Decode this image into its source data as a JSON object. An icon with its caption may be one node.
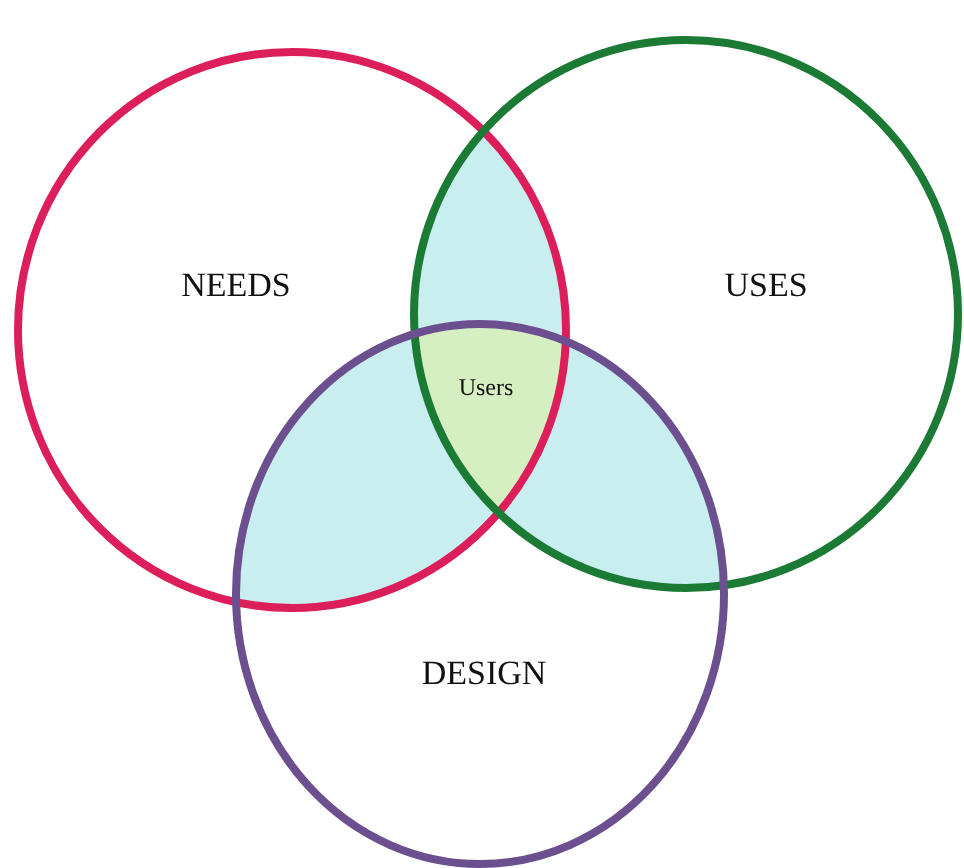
{
  "diagram": {
    "nodes": [
      {
        "text": [
          "NEEDS"
        ]
      },
      {
        "text": [
          "USES"
        ]
      },
      {
        "text": [
          "DESIGN"
        ]
      }
    ],
    "labels": [
      "Users"
    ]
  }
}
